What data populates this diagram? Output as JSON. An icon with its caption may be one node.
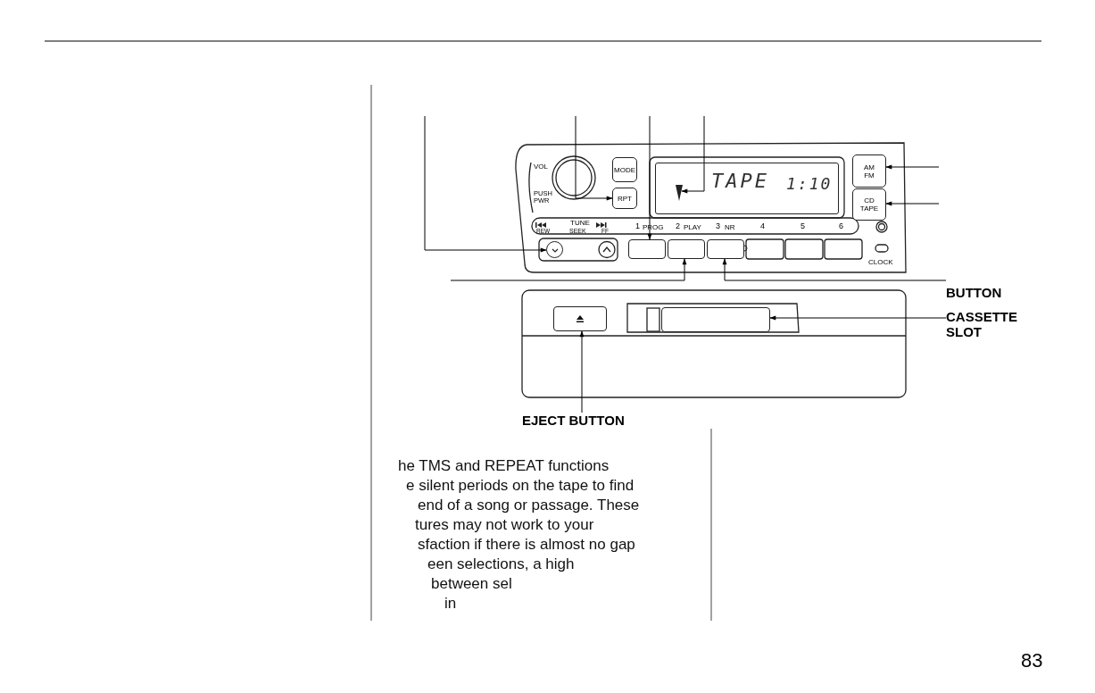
{
  "diagram": {
    "nodes": [
      {
        "text": [
          "MODE"
        ]
      },
      {
        "text": [
          "RPT"
        ]
      },
      {
        "text": [
          "TAPE",
          "1:10"
        ]
      },
      {
        "text": [],
        "shape": "bar",
        "in": 2
      },
      {
        "text": [
          "AM FM"
        ]
      },
      {
        "text": [
          "CD TAPE"
        ]
      },
      {
        "text": [],
        "shape": "circle"
      },
      {
        "text": [],
        "shape": "box"
      },
      {
        "text": [],
        "shape": "box"
      },
      {
        "text": [],
        "shape": "box"
      },
      {
        "text": [],
        "shape": "box"
      },
      {
        "text": [],
        "shape": "box"
      },
      {
        "text": [
          "BUTTON"
        ]
      },
      {
        "text": [
          "CASSETTE SLOT"
        ]
      },
      {
        "text": [
          "EJECT BUTTON"
        ]
      }
    ],
    "edges": [
      {
        "from": null,
        "to": 6,
        "arrow": "to"
      },
      {
        "from": null,
        "to": 1,
        "arrow": "to"
      },
      {
        "from": null,
        "to": 7,
        "arrow": "to"
      },
      {
        "from": null,
        "to": 3,
        "arrow": "to"
      },
      {
        "from": null,
        "to": 4,
        "arrow": "to"
      },
      {
        "from": null,
        "to": 5,
        "arrow": "to"
      },
      {
        "from": null,
        "to": 8,
        "arrow": "to"
      },
      {
        "from": 12,
        "to": 9,
        "arrow": "to"
      },
      {
        "from": 13,
        "to": 11,
        "arrow": "to"
      },
      {
        "from": 14,
        "to": 10,
        "arrow": "to"
      }
    ],
    "labels": [
      "VOL",
      "PUSH PWR",
      "TUNE",
      "REW",
      "SEEK",
      "FF",
      "1",
      "PROG",
      "2",
      "PLAY",
      "3",
      "NR",
      "4",
      "5",
      "6",
      "CLOCK",
      "he TMS and REPEAT functions",
      "e silent periods on the tape to find",
      "end of a song or passage. These",
      "tures may not work to your",
      "sfaction if there is almost no gap",
      "een selections, a high",
      "between sel",
      "in",
      "83"
    ]
  }
}
